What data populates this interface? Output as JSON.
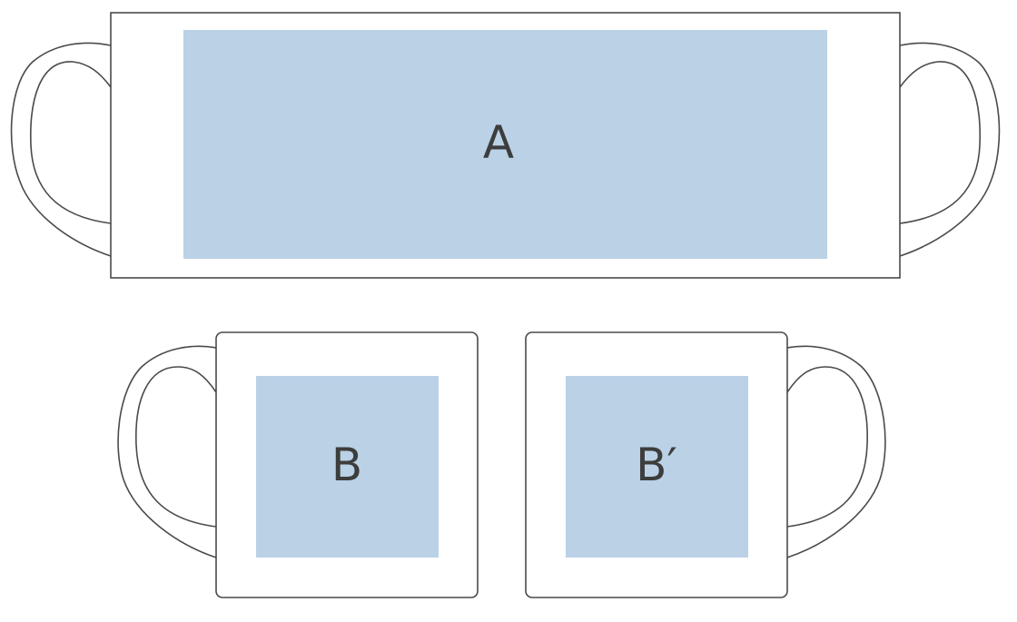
{
  "colors": {
    "outline": "#4a4a4a",
    "print_area": "#bad1e6",
    "label": "#3d3d3d",
    "background": "#ffffff"
  },
  "views": {
    "wide": {
      "label": "A"
    },
    "left": {
      "label": "B"
    },
    "right": {
      "label": "B′"
    }
  }
}
